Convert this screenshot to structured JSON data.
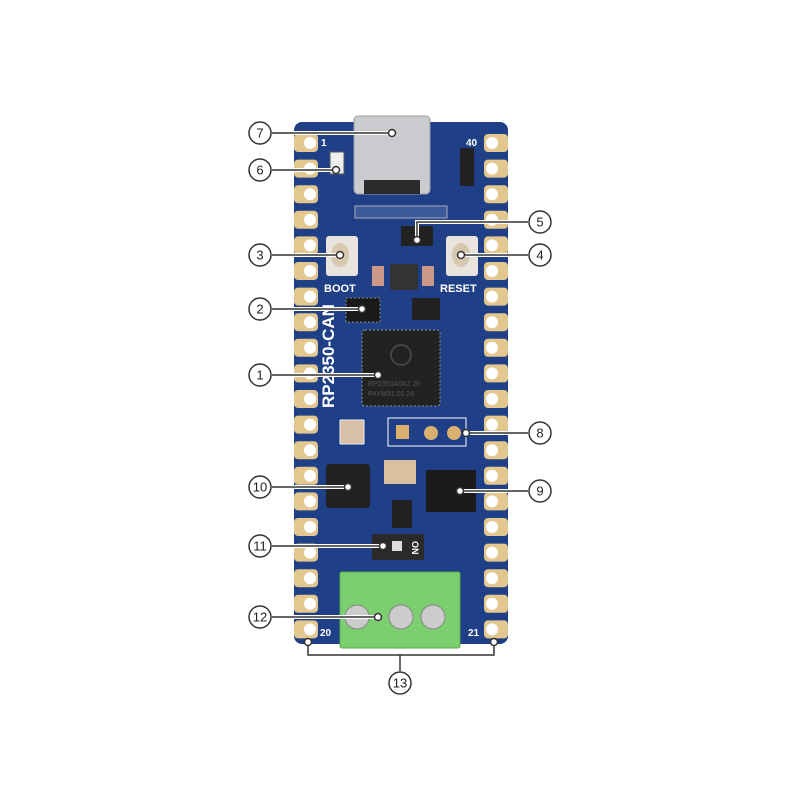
{
  "board": {
    "name": "RP2350-CAN",
    "silk_boot": "BOOT",
    "silk_reset": "RESET",
    "pin_1": "1",
    "pin_40": "40",
    "pin_20": "20",
    "pin_21": "21",
    "switch_label": "ON",
    "chip_marking_1": "RP2350A0A2 20",
    "chip_marking_2": "PAYM31.00 24",
    "colors": {
      "pcb": "#1f3f86",
      "pad": "#e2c78e",
      "terminal": "#7ccf6e",
      "chip": "#222222"
    }
  },
  "callouts": [
    {
      "id": "1",
      "label": "1"
    },
    {
      "id": "2",
      "label": "2"
    },
    {
      "id": "3",
      "label": "3"
    },
    {
      "id": "4",
      "label": "4"
    },
    {
      "id": "5",
      "label": "5"
    },
    {
      "id": "6",
      "label": "6"
    },
    {
      "id": "7",
      "label": "7"
    },
    {
      "id": "8",
      "label": "8"
    },
    {
      "id": "9",
      "label": "9"
    },
    {
      "id": "10",
      "label": "10"
    },
    {
      "id": "11",
      "label": "11"
    },
    {
      "id": "12",
      "label": "12"
    },
    {
      "id": "13",
      "label": "13"
    }
  ]
}
